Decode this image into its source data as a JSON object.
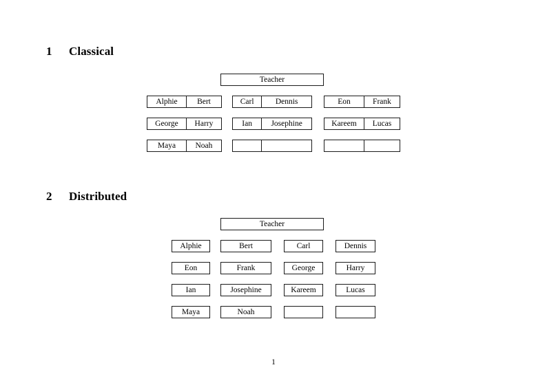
{
  "document": {
    "page_number": "1",
    "background_color": "#ffffff",
    "text_color": "#000000",
    "border_color": "#1a1a1a"
  },
  "sections": [
    {
      "number": "1",
      "title": "Classical",
      "teacher_label": "Teacher",
      "layout": "paired",
      "groups": [
        {
          "rows": [
            {
              "left": "Alphie",
              "right": "Bert"
            },
            {
              "left": "George",
              "right": "Harry"
            },
            {
              "left": "Maya",
              "right": "Noah"
            }
          ]
        },
        {
          "rows": [
            {
              "left": "Carl",
              "right": "Dennis"
            },
            {
              "left": "Ian",
              "right": "Josephine"
            },
            {
              "left": "",
              "right": ""
            }
          ]
        },
        {
          "rows": [
            {
              "left": "Eon",
              "right": "Frank"
            },
            {
              "left": "Kareem",
              "right": "Lucas"
            },
            {
              "left": "",
              "right": ""
            }
          ]
        }
      ]
    },
    {
      "number": "2",
      "title": "Distributed",
      "teacher_label": "Teacher",
      "layout": "grid",
      "grid_rows": [
        [
          "Alphie",
          "Bert",
          "Carl",
          "Dennis"
        ],
        [
          "Eon",
          "Frank",
          "George",
          "Harry"
        ],
        [
          "Ian",
          "Josephine",
          "Kareem",
          "Lucas"
        ],
        [
          "Maya",
          "Noah",
          "",
          ""
        ]
      ]
    }
  ]
}
